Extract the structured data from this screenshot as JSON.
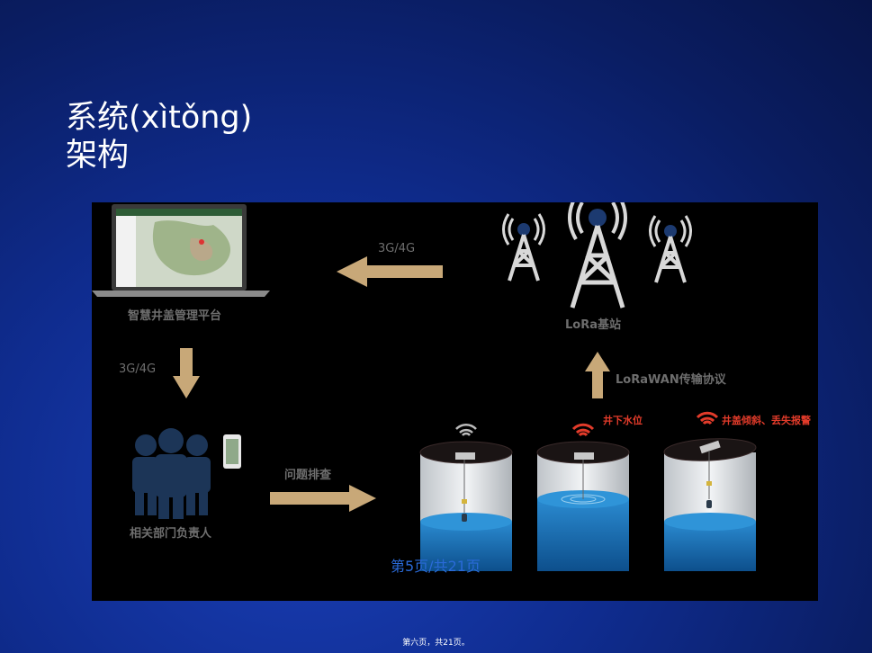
{
  "slide": {
    "title_line1": "系统(xìtǒng)",
    "title_line2": "架构"
  },
  "diagram": {
    "platform_label": "智慧井盖管理平台",
    "base_station_label": "LoRa基站",
    "arrow_top_label": "3G/4G",
    "arrow_left_label": "3G/4G",
    "protocol_label": "LoRaWAN传输协议",
    "personnel_label": "相关部门负责人",
    "troubleshoot_label": "问题排查",
    "alert_water_level": "井下水位",
    "alert_tilt_loss": "井盖倾斜、丢失报警",
    "colors": {
      "arrow": "#c8a878",
      "person": "#1c3557",
      "water": "#1b78c0",
      "tower": "#d8d8d8",
      "alert": "#e23b2a"
    }
  },
  "pagination": {
    "current_page": "第5页/共21页"
  },
  "footer": {
    "text": "第六页，共21页。"
  }
}
